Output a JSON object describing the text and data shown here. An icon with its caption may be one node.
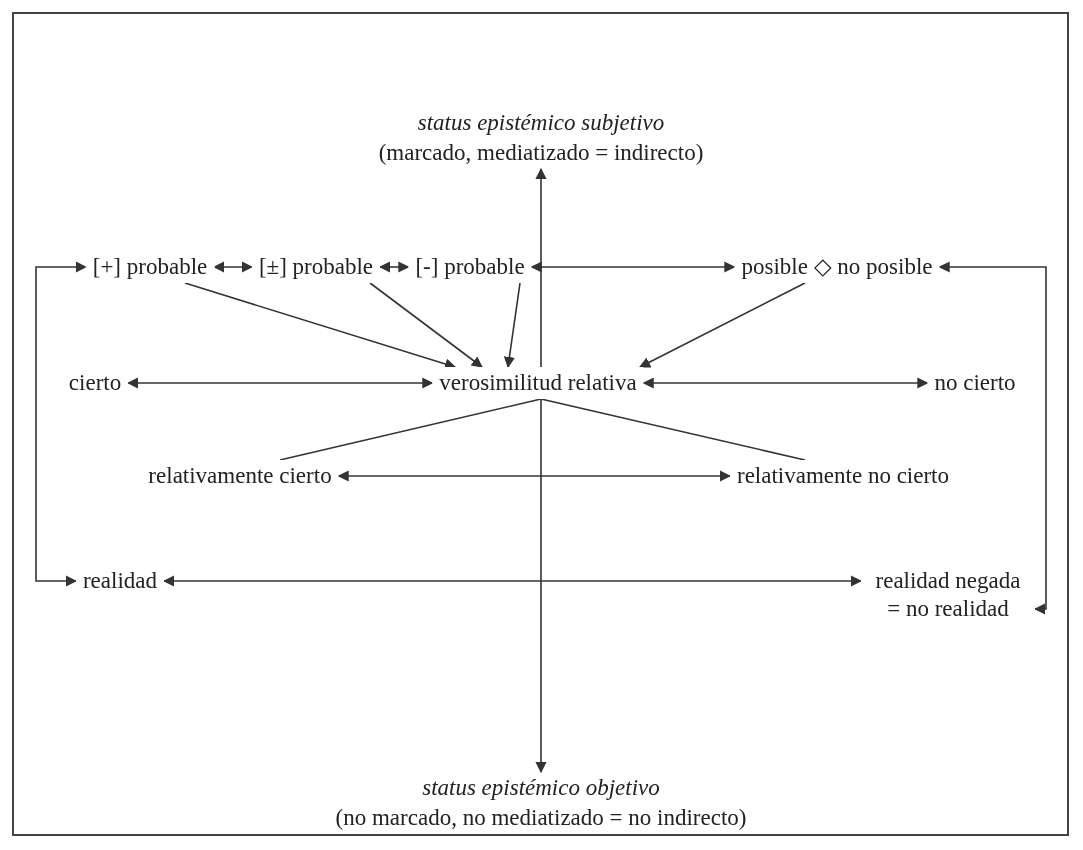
{
  "diagram": {
    "nodes": [
      {
        "text": [
          "[+] probable"
        ]
      },
      {
        "text": [
          "[±] probable"
        ]
      },
      {
        "text": [
          "[-] probable"
        ]
      },
      {
        "text": [
          "posible ◇ no posible"
        ]
      },
      {
        "text": [
          "cierto"
        ]
      },
      {
        "text": [
          "verosimilitud relativa"
        ]
      },
      {
        "text": [
          "no cierto"
        ]
      },
      {
        "text": [
          "relativamente cierto"
        ]
      },
      {
        "text": [
          "relativamente no cierto"
        ]
      },
      {
        "text": [
          "realidad"
        ]
      },
      {
        "text": [
          "realidad negada = no realidad"
        ]
      }
    ],
    "edges": [
      {
        "from": 0,
        "to": 1,
        "arrow": "both"
      },
      {
        "from": 1,
        "to": 2,
        "arrow": "both"
      },
      {
        "from": 2,
        "to": 3,
        "arrow": "both"
      },
      {
        "from": 0,
        "to": 5,
        "arrow": "to"
      },
      {
        "from": 1,
        "to": 5,
        "arrow": "to"
      },
      {
        "from": 2,
        "to": 5,
        "arrow": "to"
      },
      {
        "from": 3,
        "to": 5,
        "arrow": "to"
      },
      {
        "from": 4,
        "to": 5,
        "arrow": "both"
      },
      {
        "from": 5,
        "to": 6,
        "arrow": "both"
      },
      {
        "from": 5,
        "to": 7,
        "arrow": "none"
      },
      {
        "from": 5,
        "to": 8,
        "arrow": "none"
      },
      {
        "from": 7,
        "to": 8,
        "arrow": "both"
      },
      {
        "from": 9,
        "to": 10,
        "arrow": "both"
      },
      {
        "from": 0,
        "to": 9,
        "arrow": "both"
      },
      {
        "from": 3,
        "to": 10,
        "arrow": "both"
      }
    ],
    "labels": [
      "status epistémico subjetivo",
      "(marcado, mediatizado = indirecto)",
      "status epistémico objetivo",
      "(no marcado, no mediatizado = no indirecto)"
    ]
  }
}
